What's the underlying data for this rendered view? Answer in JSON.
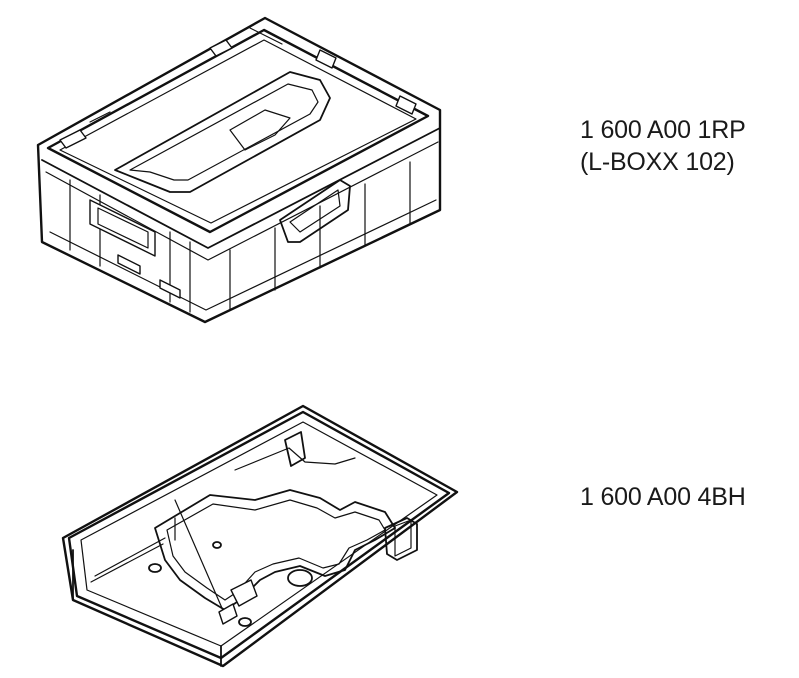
{
  "items": [
    {
      "part_number": "1 600 A00 1RP",
      "description": "(L-BOXX 102)",
      "illustration": "l-boxx-case"
    },
    {
      "part_number": "1 600 A00 4BH",
      "illustration": "case-insert-tray"
    }
  ]
}
